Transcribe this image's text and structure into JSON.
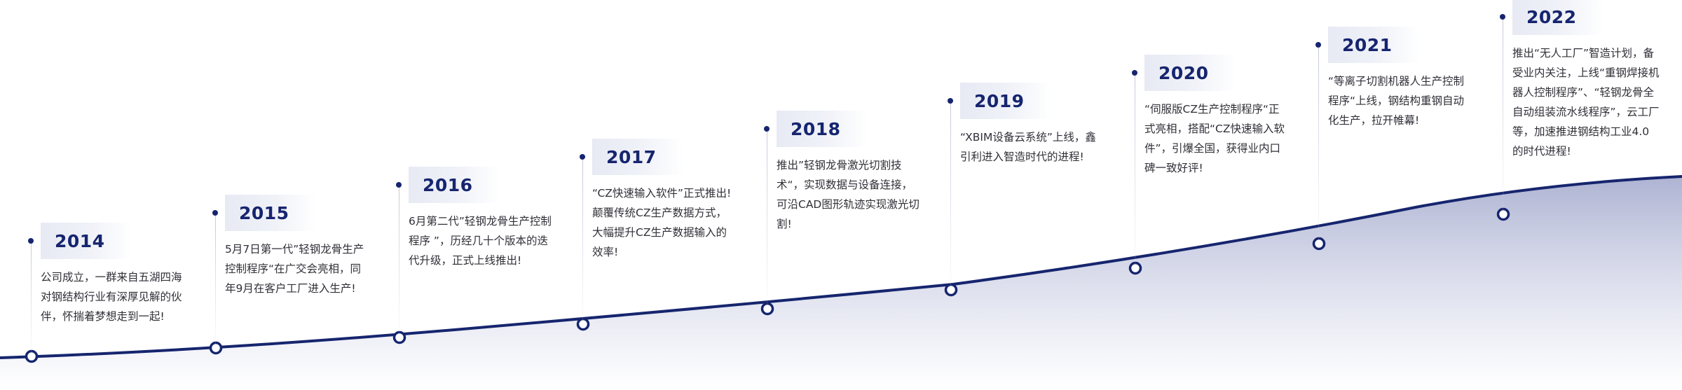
{
  "colors": {
    "accent": "#16256e",
    "text": "#2f2f37",
    "tag_background": "#e7eaf4",
    "area_fill": "#b4b9d6"
  },
  "timeline": [
    {
      "year": "2014",
      "text": "公司成立，一群来自五湖四海对钢结构行业有深厚见解的伙伴，怀揣着梦想走到一起!"
    },
    {
      "year": "2015",
      "text": "5月7日第一代”轻钢龙骨生产控制程序“在广交会亮相，同年9月在客户工厂进入生产!"
    },
    {
      "year": "2016",
      "text": "6月第二代”轻钢龙骨生产控制程序 ”，历经几十个版本的迭代升级，正式上线推出!"
    },
    {
      "year": "2017",
      "text": "“CZ快速输入软件”正式推出! 颠覆传统CZ生产数据方式，大幅提升CZ生产数据输入的效率!"
    },
    {
      "year": "2018",
      "text": "推出”轻钢龙骨激光切割技术“，实现数据与设备连接，可沿CAD图形轨迹实现激光切割!"
    },
    {
      "year": "2019",
      "text": "“XBIM设备云系统”上线，鑫引利进入智造时代的进程!"
    },
    {
      "year": "2020",
      "text": "“伺服版CZ生产控制程序“正式亮相，搭配“CZ快速输入软件”，引爆全国，获得业内口碑一致好评!"
    },
    {
      "year": "2021",
      "text": "“等离子切割机器人生产控制程序“上线，钢结构重钢自动化生产，拉开帷幕!"
    },
    {
      "year": "2022",
      "text": "推出“无人工厂”智造计划，备受业内关注，上线“重钢焊接机器人控制程序”、“轻钢龙骨全自动组装流水线程序”，云工厂等，加速推进钢结构工业4.0的时代进程!"
    }
  ]
}
